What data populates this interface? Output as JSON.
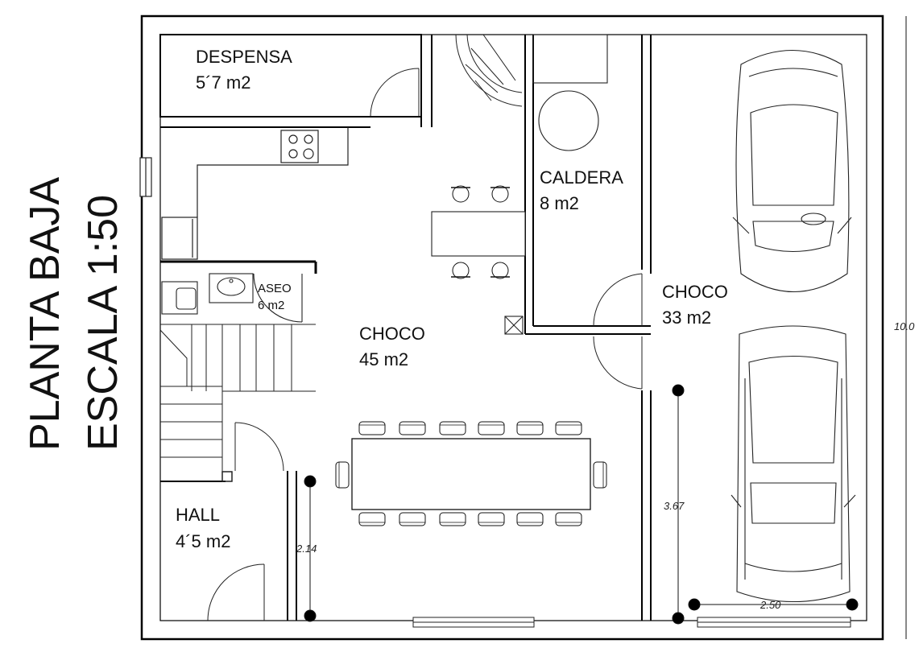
{
  "title": {
    "line1": "PLANTA BAJA",
    "line2": "ESCALA 1:50"
  },
  "rooms": {
    "despensa": {
      "name": "DESPENSA",
      "area": "5´7 m2"
    },
    "caldera": {
      "name": "CALDERA",
      "area": "8 m2"
    },
    "aseo": {
      "name": "ASEO",
      "area": "6 m2"
    },
    "choco_main": {
      "name": "CHOCO",
      "area": "45 m2"
    },
    "choco_garage": {
      "name": "CHOCO",
      "area": "33 m2"
    },
    "hall": {
      "name": "HALL",
      "area": "4´5 m2"
    }
  },
  "dimensions": {
    "hall_height": "2.14",
    "garage_height": "3.67",
    "garage_width": "2.50",
    "overall": "10.0"
  },
  "colors": {
    "wall": "#000000",
    "line": "#111111",
    "background": "#ffffff"
  }
}
